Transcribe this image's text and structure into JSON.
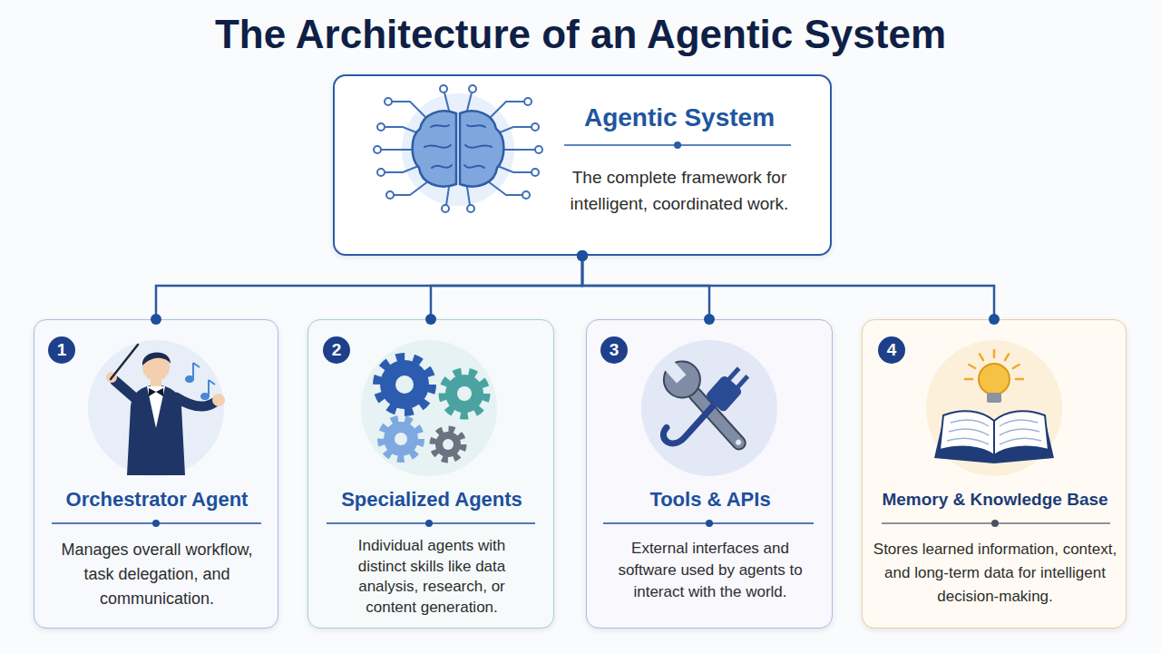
{
  "diagram": {
    "title": "The Architecture of an Agentic System",
    "nodes": [
      {
        "text": [
          "Agentic System",
          "The complete framework for intelligent, coordinated work."
        ]
      },
      {
        "text": [
          "Orchestrator Agent",
          "Manages overall workflow, task delegation, and communication."
        ]
      },
      {
        "text": [
          "Specialized Agents",
          "Individual agents with distinct skills like data analysis, research, or content generation."
        ]
      },
      {
        "text": [
          "Tools & APIs",
          "External interfaces and software used by agents to interact with the world."
        ]
      },
      {
        "text": [
          "Memory & Knowledge Base",
          "Stores learned information, context, and long-term data for intelligent decision-making."
        ]
      }
    ],
    "edges": [
      {
        "from": 0,
        "to": 1,
        "arrow": "none"
      },
      {
        "from": 0,
        "to": 2,
        "arrow": "none"
      },
      {
        "from": 0,
        "to": 3,
        "arrow": "none"
      },
      {
        "from": 0,
        "to": 4,
        "arrow": "none"
      }
    ],
    "labels": [
      "1",
      "2",
      "3",
      "4"
    ]
  }
}
